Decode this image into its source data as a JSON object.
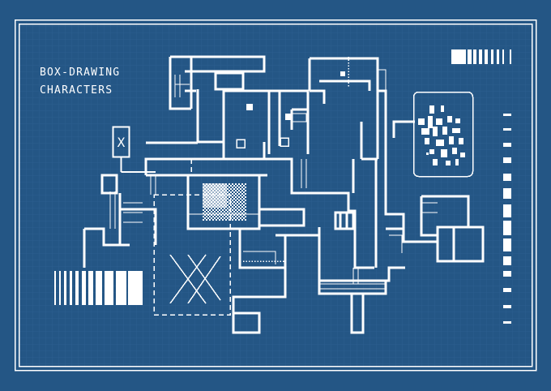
{
  "title": {
    "line1": "BOX-DRAWING",
    "line2": "CHARACTERS"
  },
  "marker_glyph": "X",
  "colors": {
    "background": "#245685",
    "line": "#ffffff",
    "grid": "#2c5f8f"
  },
  "icons": [
    "x-glyph-icon",
    "x-cross-pattern-icon",
    "noise-pattern-icon"
  ]
}
